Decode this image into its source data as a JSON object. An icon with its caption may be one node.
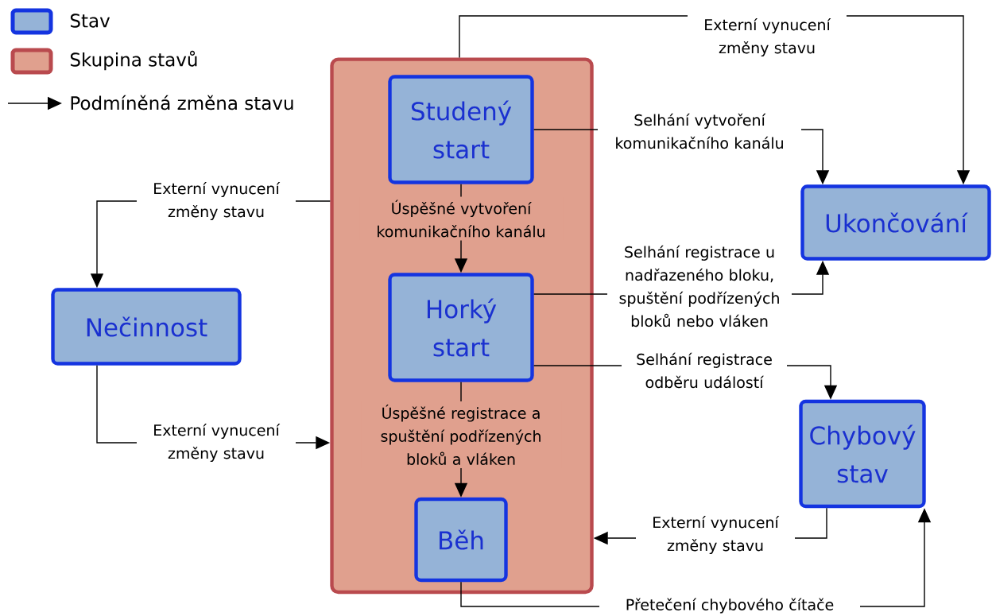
{
  "diagram": {
    "nodes": [
      {
        "text": [],
        "shape": "box"
      },
      {
        "text": [
          "Studený start"
        ],
        "in": 0
      },
      {
        "text": [
          "Horký start"
        ],
        "in": 0
      },
      {
        "text": [
          "Běh"
        ],
        "in": 0
      },
      {
        "text": [
          "Nečinnost"
        ]
      },
      {
        "text": [
          "Ukončování"
        ]
      },
      {
        "text": [
          "Chybový stav"
        ]
      }
    ],
    "edges": [
      {
        "from": 0,
        "to": 5,
        "arrow": "to",
        "label": "Externí vynucení změny stavu"
      },
      {
        "from": 0,
        "to": 4,
        "arrow": "to",
        "label": "Externí vynucení změny stavu"
      },
      {
        "from": 1,
        "to": 5,
        "arrow": "to",
        "label": "Selhání vytvoření komunikačního kanálu"
      },
      {
        "from": 1,
        "to": 2,
        "arrow": "to",
        "label": "Úspěšné vytvoření komunikačního kanálu"
      },
      {
        "from": 2,
        "to": 5,
        "arrow": "to",
        "label": "Selhání registrace u nadřazeného bloku, spuštění podřízených bloků nebo vláken"
      },
      {
        "from": 2,
        "to": 6,
        "arrow": "to",
        "label": "Selhání registrace odběru událostí"
      },
      {
        "from": 2,
        "to": 3,
        "arrow": "to",
        "label": "Úspěšné registrace a spuštění podřízených bloků a vláken"
      },
      {
        "from": 4,
        "to": 0,
        "arrow": "to",
        "label": "Externí vynucení změny stavu"
      },
      {
        "from": 6,
        "to": 0,
        "arrow": "to",
        "label": "Externí vynucení změny stavu"
      },
      {
        "from": 3,
        "to": 6,
        "arrow": "to",
        "label": "Přetečení chybového čítače"
      }
    ],
    "legend": [
      {
        "text": "Stav",
        "color": "#95b3d7"
      },
      {
        "text": "Skupina stavů",
        "color": "#e0a08e"
      },
      {
        "text": "Podmíněná změna stavu"
      }
    ]
  }
}
